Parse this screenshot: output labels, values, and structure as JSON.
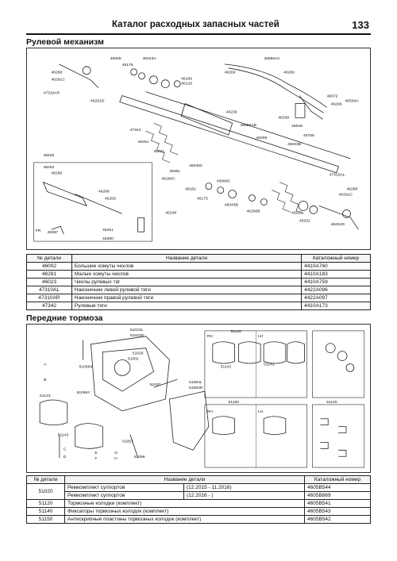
{
  "header": {
    "title": "Каталог расходных запасных частей",
    "page_number": "133"
  },
  "steering": {
    "title": "Рулевой механизм",
    "labels": [
      "46055",
      "46043A",
      "46176",
      "46189",
      "46128",
      "46856AC",
      "46269",
      "46289",
      "46288",
      "46291C",
      "46291D",
      "47310AR",
      "46072",
      "46296",
      "46504A",
      "46239",
      "46856AB",
      "46339",
      "46048",
      "46758",
      "47342",
      "46251",
      "46021",
      "46009",
      "46043B",
      "46525",
      "46002",
      "46289",
      "46288",
      "46259",
      "46057",
      "46280",
      "46251",
      "46045C",
      "46061",
      "46290C",
      "46181",
      "46089C",
      "46175",
      "46043B",
      "46290B",
      "46023",
      "46261",
      "47310AL",
      "46288",
      "46291C",
      "46291D",
      "46248",
      "46257",
      "FR"
    ],
    "table": {
      "headers": [
        "№ детали",
        "Название детали",
        "Каталожный номер"
      ],
      "rows": [
        [
          "46002",
          "Большие хомуты чехлов",
          "4410A760"
        ],
        [
          "46281",
          "Малые хомуты чехлов",
          "4410A183"
        ],
        [
          "46023",
          "Чехлы рулевых тяг",
          "4410A759"
        ],
        [
          "47310AL",
          "Наконечник левой рулевой тяги",
          "4422A096"
        ],
        [
          "47310AR",
          "Наконечник правой рулевой тяги",
          "4422A097"
        ],
        [
          "47342",
          "Рулевые тяги",
          "4410A173"
        ]
      ]
    }
  },
  "brakes": {
    "title": "Передние тормоза",
    "labels": [
      "51023L",
      "51023R",
      "51026",
      "51002",
      "51066X",
      "51066Y",
      "51037",
      "51054L",
      "51054R",
      "51143",
      "51143",
      "51143",
      "51120",
      "51143",
      "51143",
      "51150",
      "51140",
      "51143",
      "51052",
      "51067",
      "51007",
      "51057",
      "51096",
      "RH",
      "LH",
      "RH",
      "LH",
      "A",
      "B",
      "C",
      "D",
      "E",
      "F",
      "G",
      "H"
    ],
    "table": {
      "headers": [
        "№ детали",
        "Название детали",
        "Каталожный номер"
      ],
      "rows": [
        [
          "51020",
          "Ремкомплект суппортов",
          "(12.2015 - 11.2016)",
          "4605B544"
        ],
        [
          "",
          "Ремкомплект суппортов",
          "(12.2016 - )",
          "4605B869"
        ],
        [
          "51120",
          "Тормозные колодки (комплект)",
          "",
          "4605B541"
        ],
        [
          "51140",
          "Фиксаторы тормозных колодок (комплект)",
          "",
          "4605B543"
        ],
        [
          "51150",
          "Антискрипные пластины тормозных колодок (комплект)",
          "",
          "4605B542"
        ]
      ]
    }
  }
}
